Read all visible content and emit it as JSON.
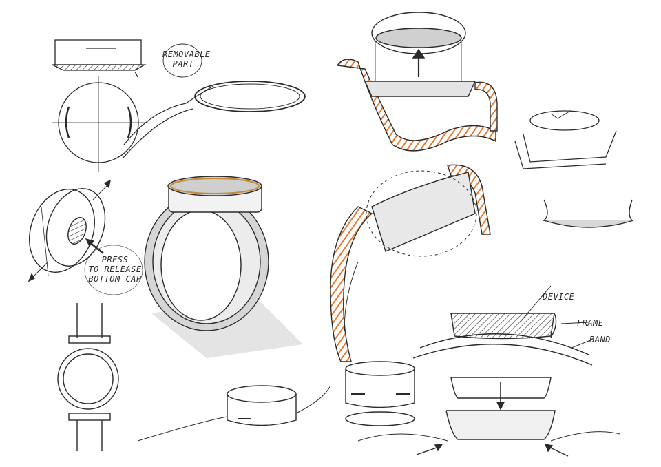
{
  "title": "Smartwatch concept sketches",
  "colors": {
    "ink": "#2a2a2a",
    "orange": "#e8772a",
    "gray_marker": "#c8c8c8",
    "light_gray": "#e4e4e4",
    "paper": "#ffffff"
  },
  "annotations": {
    "removable_part": [
      "REMOVABLE",
      "PART"
    ],
    "press_release": [
      "PRESS",
      "TO RELEASE",
      "BOTTOM CAP"
    ],
    "device": "DEVICE",
    "frame": "FRAME",
    "band": "BAND"
  },
  "sketches": [
    "top-left-removable-part",
    "left-cap-release",
    "center-watch-on-band",
    "bottom-left-front-view",
    "bottom-center-puck",
    "top-right-lift-device",
    "right-small-module",
    "right-curved-frame",
    "center-right-strap-perspective",
    "right-section-device-frame-band",
    "bottom-right-assembly"
  ]
}
